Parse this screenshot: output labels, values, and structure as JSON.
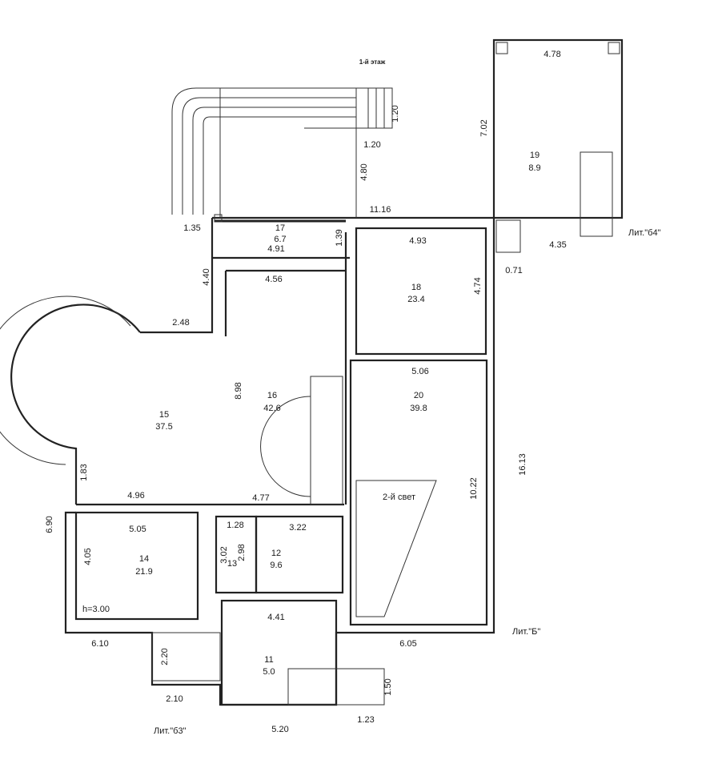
{
  "title": "1-й этаж",
  "rooms": [
    {
      "num": "17",
      "area": "6.7"
    },
    {
      "num": "18",
      "area": "23.4"
    },
    {
      "num": "19",
      "area": "8.9"
    },
    {
      "num": "16",
      "area": "42.6"
    },
    {
      "num": "15",
      "area": "37.5"
    },
    {
      "num": "20",
      "area": "39.8"
    },
    {
      "num": "14",
      "area": "21.9"
    },
    {
      "num": "13",
      "area": ""
    },
    {
      "num": "12",
      "area": "9.6"
    },
    {
      "num": "11",
      "area": "5.0"
    }
  ],
  "dims": [
    "4.78",
    "7.02",
    "1.20",
    "1.20",
    "4.80",
    "11.16",
    "1.35",
    "4.91",
    "1.39",
    "4.40",
    "4.56",
    "4.93",
    "4.74",
    "0.71",
    "4.35",
    "2.48",
    "8.98",
    "5.06",
    "16.13",
    "10.22",
    "1.83",
    "4.96",
    "4.77",
    "6.90",
    "5.05",
    "1.28",
    "3.22",
    "4.05",
    "3.02",
    "2.98",
    "h=3.00",
    "4.41",
    "6.10",
    "6.05",
    "2.20",
    "2.10",
    "1.50",
    "1.23",
    "5.20"
  ],
  "labels": {
    "lit_b4": "Лит.\"б4\"",
    "lit_b": "Лит.\"Б\"",
    "lit_b3": "Лит.\"б3\"",
    "second_light": "2-й свет"
  }
}
